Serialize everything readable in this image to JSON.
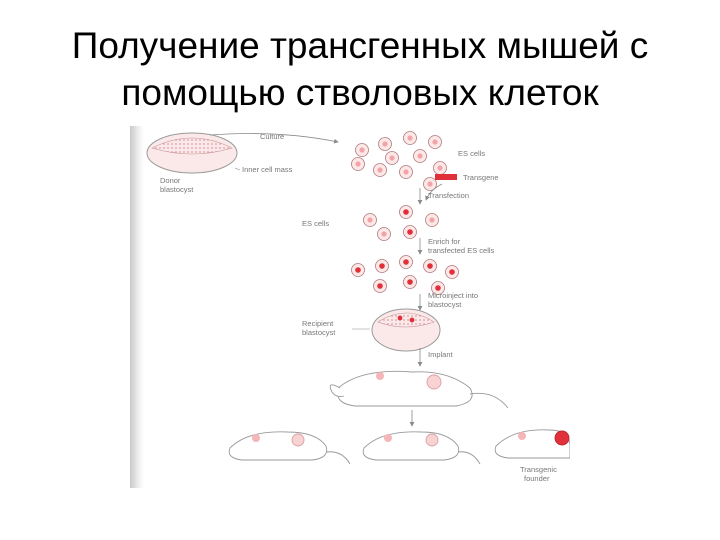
{
  "slide": {
    "title_line1": "Получение трансгенных мышей с",
    "title_line2": "помощью стволовых клеток"
  },
  "figure": {
    "labels": {
      "culture": "Culture",
      "inner_cell_mass": "Inner cell mass",
      "donor_blastocyst_1": "Donor",
      "donor_blastocyst_2": "blastocyst",
      "es_cells_top": "ES cells",
      "transgene": "Transgene",
      "transfection": "Transfection",
      "es_cells_mid": "ES cells",
      "enrich_1": "Enrich for",
      "enrich_2": "transfected ES cells",
      "microinject_1": "Microinject into",
      "microinject_2": "blastocyst",
      "recipient_1": "Recipient",
      "recipient_2": "blastocyst",
      "implant": "Implant",
      "transgenic_1": "Transgenic",
      "transgenic_2": "founder"
    },
    "colors": {
      "transgene_red": "#e0303a",
      "cell_pink": "#f4b6b8",
      "line_grey": "#8a8a8a"
    }
  }
}
